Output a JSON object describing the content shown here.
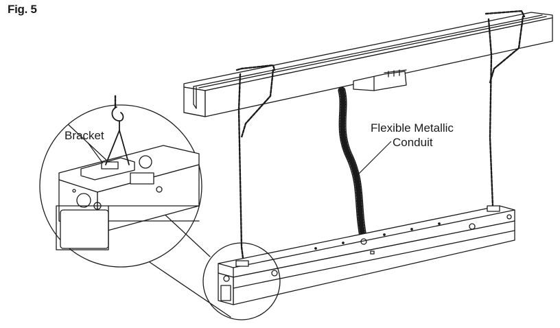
{
  "figure": {
    "label": "Fig. 5"
  },
  "callouts": {
    "bracket": "Bracket",
    "conduit_line1": "Flexible Metallic",
    "conduit_line2": "Conduit"
  }
}
